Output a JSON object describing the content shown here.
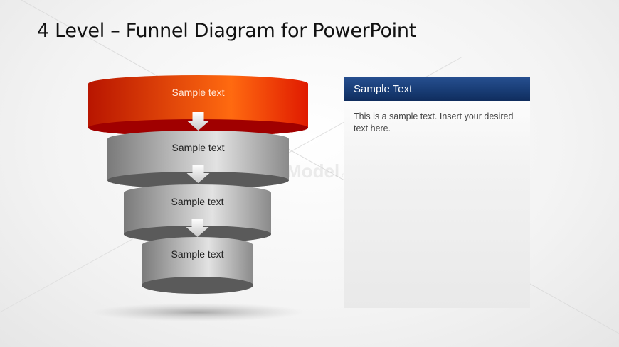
{
  "slide": {
    "title": "4 Level – Funnel Diagram for PowerPoint",
    "watermark": "SlideModel",
    "watermark_suffix": ".com"
  },
  "funnel": {
    "levels": [
      {
        "label": "Sample text",
        "color": "#d42a08",
        "accent": "#ff6a10",
        "inner": "#a00000"
      },
      {
        "label": "Sample text",
        "color": "#8a8a8a",
        "accent": "#e0e0e0",
        "inner": "#5a5a5a"
      },
      {
        "label": "Sample text",
        "color": "#8a8a8a",
        "accent": "#e0e0e0",
        "inner": "#5a5a5a"
      },
      {
        "label": "Sample text",
        "color": "#8a8a8a",
        "accent": "#e0e0e0",
        "inner": "#5a5a5a"
      }
    ],
    "arrow_icon": "down-arrow-icon"
  },
  "panel": {
    "header": "Sample Text",
    "body": "This is a sample  text. Insert your desired text here.",
    "header_color": "#173a72"
  }
}
